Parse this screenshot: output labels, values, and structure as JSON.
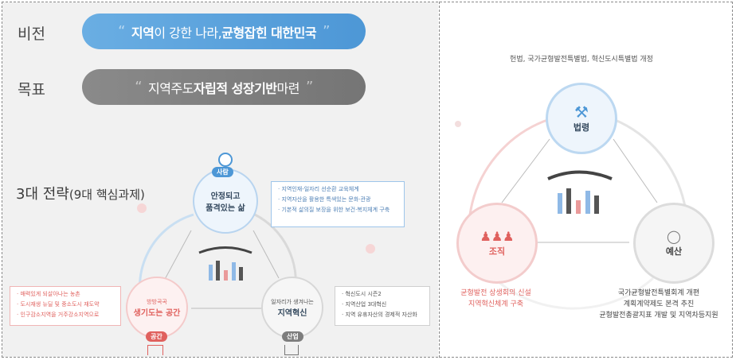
{
  "left": {
    "vision_label": "비전",
    "vision": {
      "quote_open": "“",
      "t1": "지역",
      "t2": "이 강한 나라, ",
      "t3": "균형잡힌 대한민국",
      "quote_close": "”"
    },
    "goal_label": "목표",
    "goal": {
      "quote_open": "“",
      "t1": "지역주도 ",
      "t2": "자립적 성장기반",
      "t3": " 마련",
      "quote_close": "”"
    },
    "strategy_title": "3대 전략",
    "strategy_sub": "(9대 핵심과제)",
    "top_node": {
      "tag": "사람",
      "line1": "안정되고",
      "line2": "품격있는 삶"
    },
    "left_node": {
      "tag": "공간",
      "line1": "방방곡곡",
      "line2": "생기도는 공간"
    },
    "right_node": {
      "tag": "산업",
      "line1": "일자리가 생겨나는",
      "line2": "지역혁신"
    },
    "top_box": [
      "지역인재-일자리 선순환 교육체계",
      "지역자산을 활용한 특색있는 문화·관광",
      "기본적 삶의질 보장을 위한 보건·복지체계 구축"
    ],
    "left_box": [
      "매력있게 되살아나는 농촌",
      "도시재생 뉴딜 및 중소도시 재도약",
      "인구감소지역을 거주강소지역으로"
    ],
    "right_box": [
      "혁신도시 시즌2",
      "지역산업 3대혁신",
      "지역 유휴자산의 경제적 자산화"
    ]
  },
  "right": {
    "top_caption": "헌법, 국가균형발전특별법, 혁신도시특별법 개정",
    "law": "법령",
    "org": "조직",
    "budget": "예산",
    "org_caption": [
      "균형발전 상생회의 신설",
      "지역혁신체계 구축"
    ],
    "budget_caption": [
      "국가균형발전특별회계 개편",
      "계획계약제도 본격 추진",
      "균형발전총괄지표 개발 및 지역차등지원"
    ]
  },
  "colors": {
    "blue": "#4d97d6",
    "gray": "#7d7d7d",
    "red": "#e0615e",
    "navy": "#34495e"
  },
  "icons": [
    "person-icon",
    "gavel-icon",
    "people-icon",
    "coins-icon",
    "factory-icon",
    "building-icon",
    "korean-roof-icon"
  ]
}
